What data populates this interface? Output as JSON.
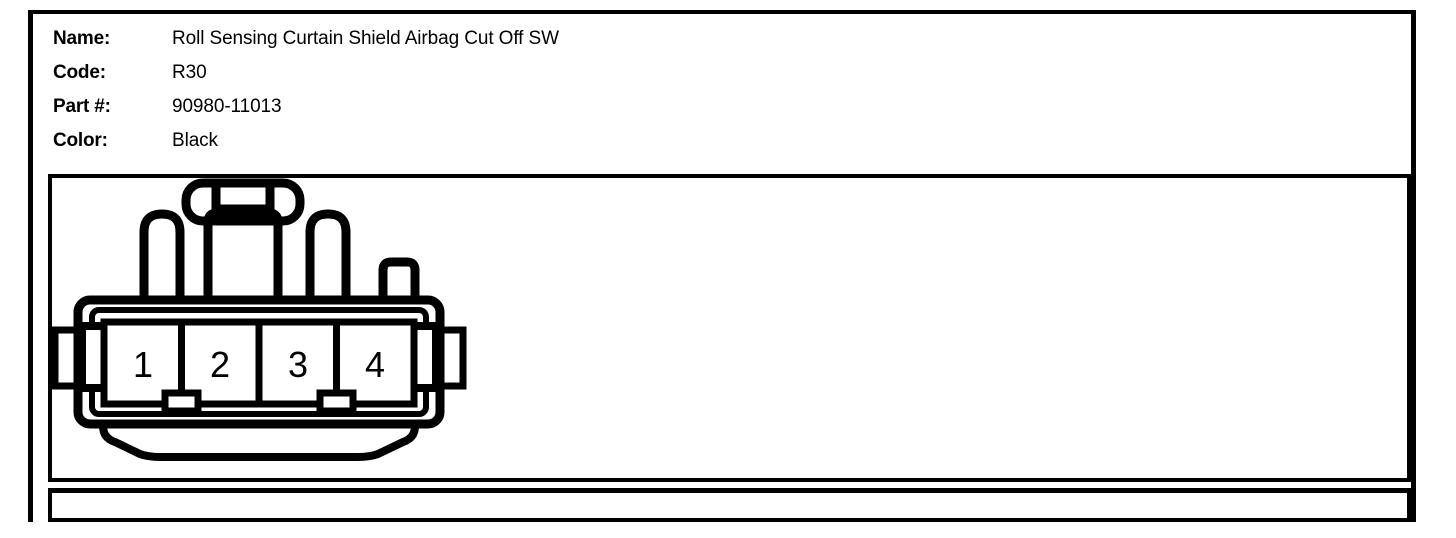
{
  "document": {
    "title": "Connector Specification",
    "line_color": "#000000",
    "background_color": "#ffffff"
  },
  "spec": {
    "rows": [
      {
        "label": "Name:",
        "value": "Roll Sensing Curtain Shield Airbag Cut Off SW"
      },
      {
        "label": "Code:",
        "value": "R30"
      },
      {
        "label": "Part #:",
        "value": "90980-11013"
      },
      {
        "label": "Color:",
        "value": "Black"
      }
    ]
  },
  "connector": {
    "view_label": "connector-face-view",
    "cavity_count": 4,
    "pins": [
      {
        "number": "1"
      },
      {
        "number": "2"
      },
      {
        "number": "3"
      },
      {
        "number": "4"
      }
    ],
    "features": [
      "top-center-latch",
      "left-guide-post",
      "right-guide-post",
      "center-post",
      "right-small-tab",
      "left-side-lock-tab",
      "right-side-lock-tab",
      "bottom-skirt",
      "keyway-notch-1",
      "keyway-notch-2"
    ]
  },
  "bottom_strip": {
    "text": ""
  }
}
